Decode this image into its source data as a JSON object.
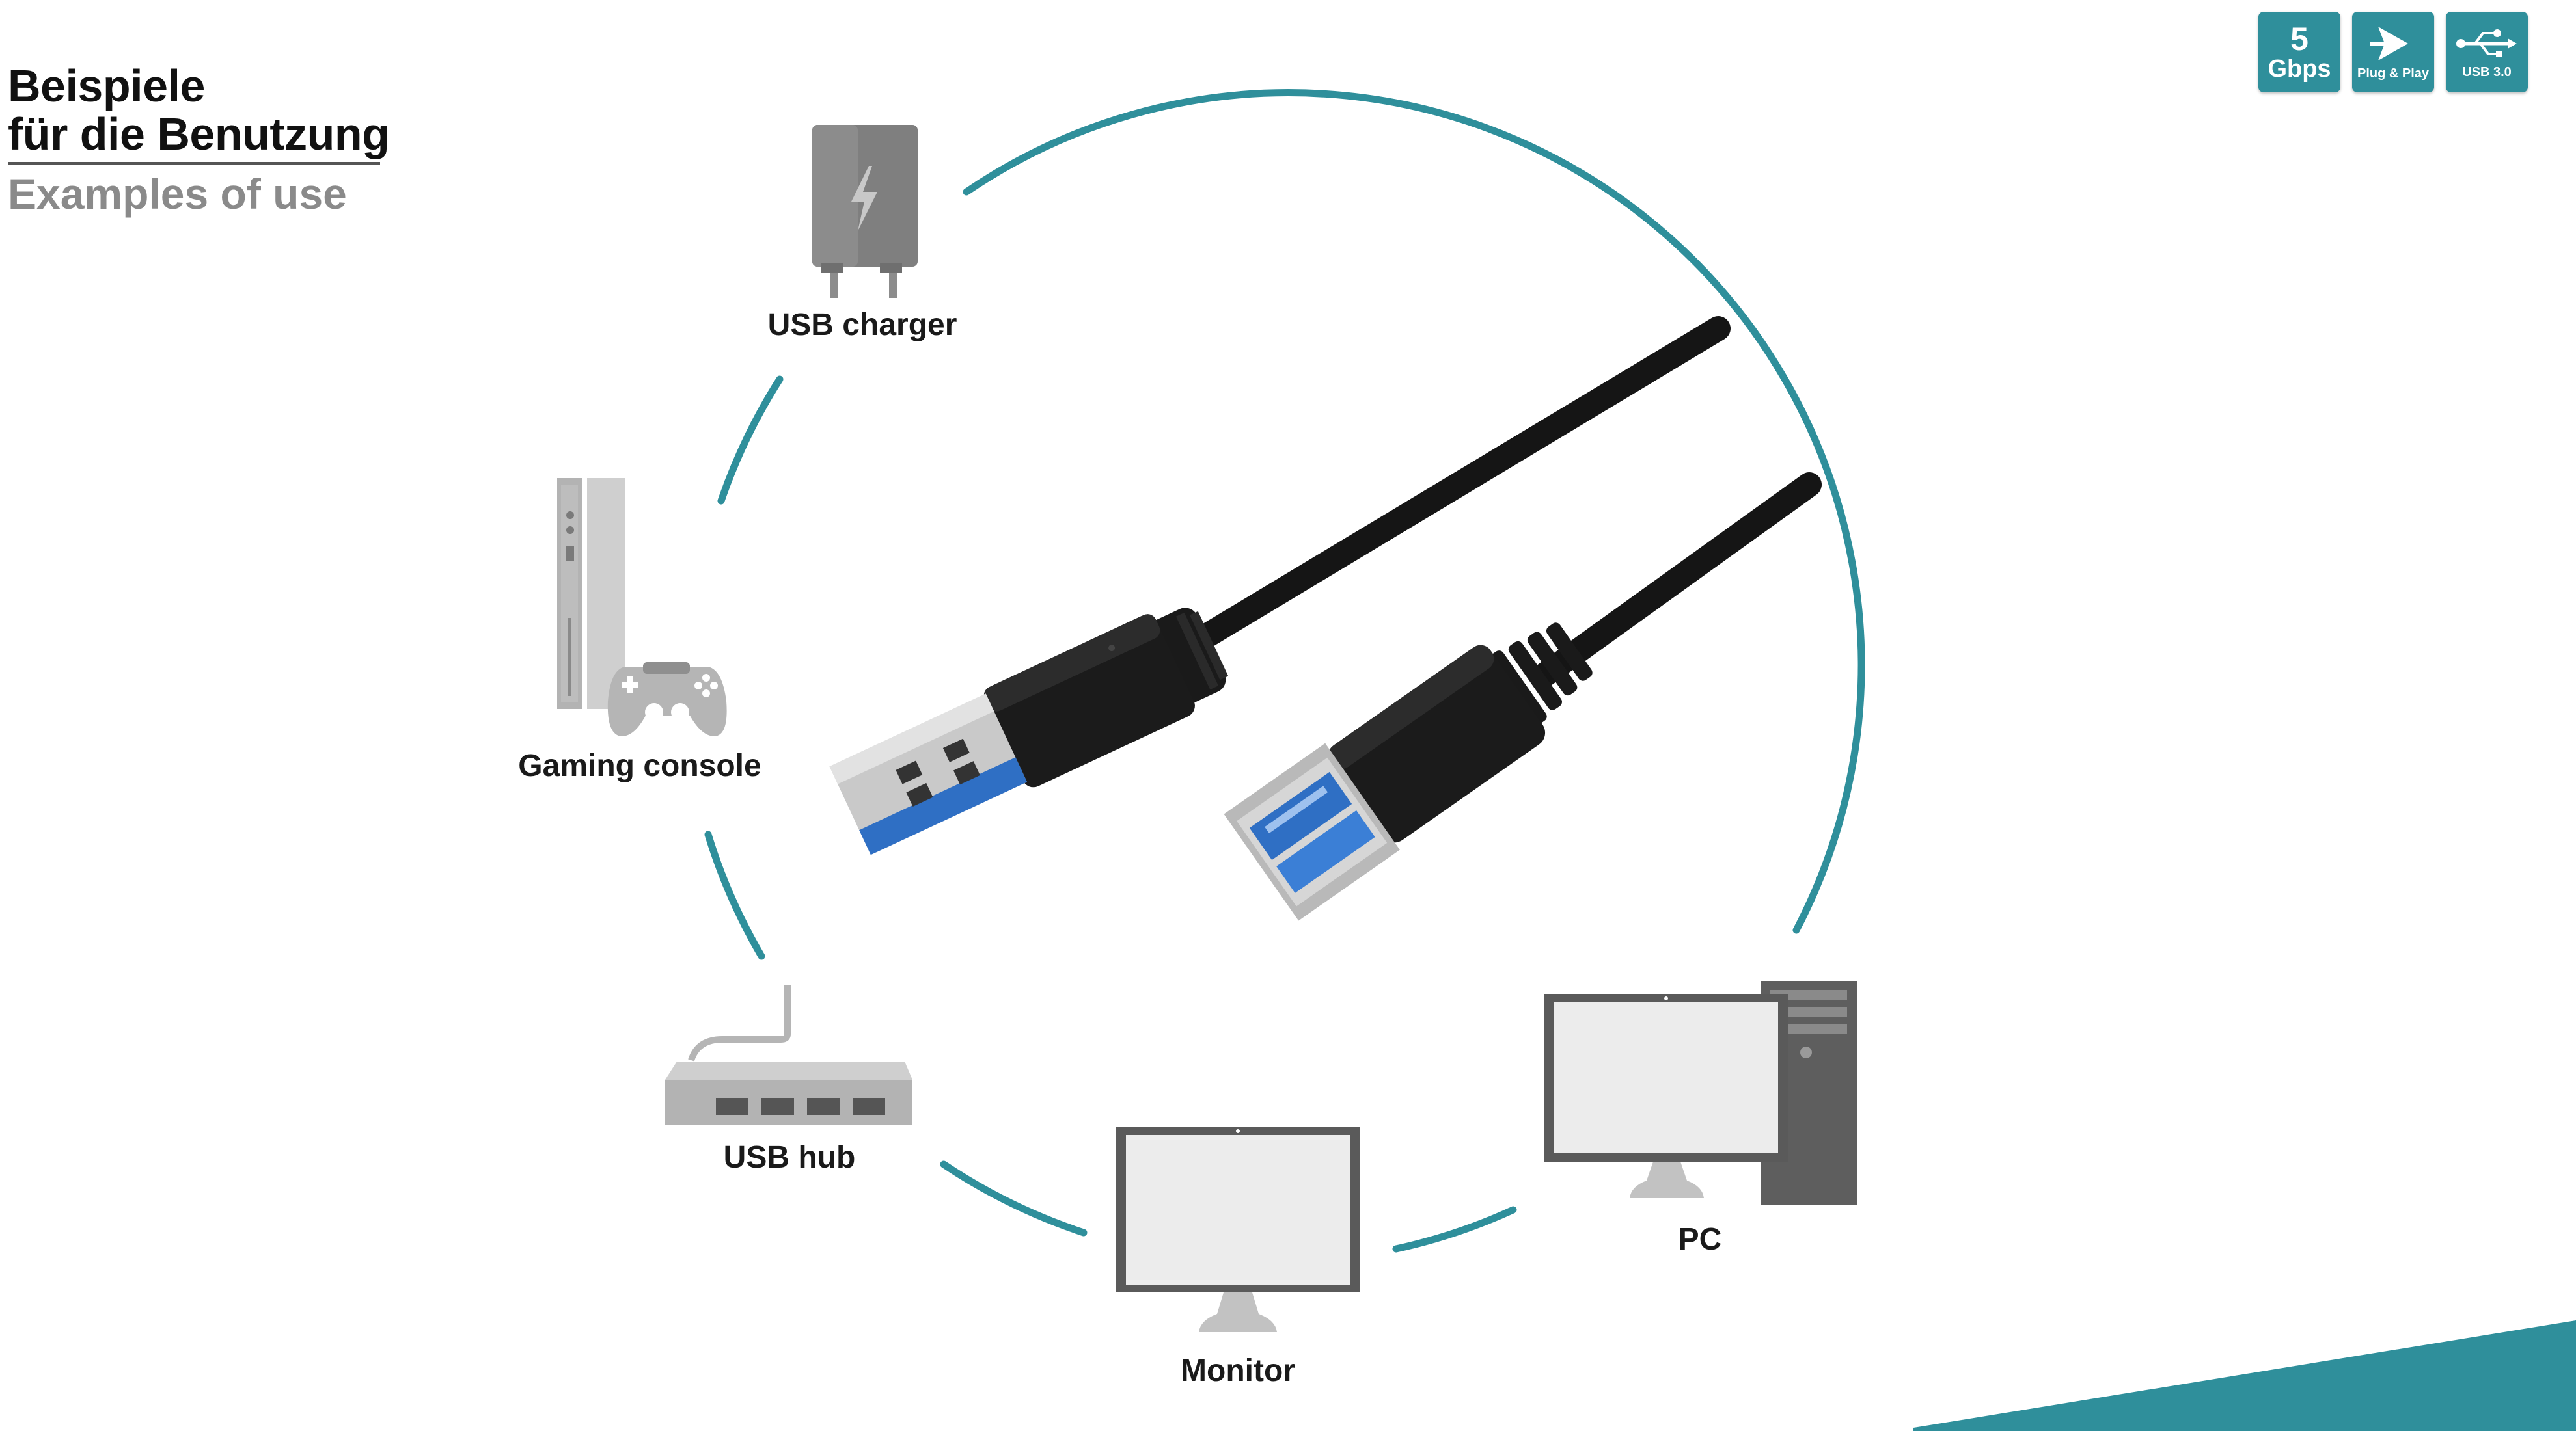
{
  "heading": {
    "title": "Beispiele\nfür die Benutzung",
    "subtitle": "Examples of use"
  },
  "badges": [
    {
      "line1": "5",
      "line2": "Gbps",
      "icon": "speed-badge"
    },
    {
      "line1": "",
      "line2": "Plug & Play",
      "icon": "plug-and-play-icon"
    },
    {
      "line1": "",
      "line2": "USB 3.0",
      "icon": "usb-trident-icon"
    }
  ],
  "devices": {
    "charger": "USB charger",
    "console": "Gaming console",
    "hub": "USB hub",
    "monitor": "Monitor",
    "pc": "PC"
  },
  "colors": {
    "accent": "#2f8f9b",
    "device_gray": "#8c8c8c",
    "device_dark": "#5a5a5a",
    "cable": "#111111"
  }
}
